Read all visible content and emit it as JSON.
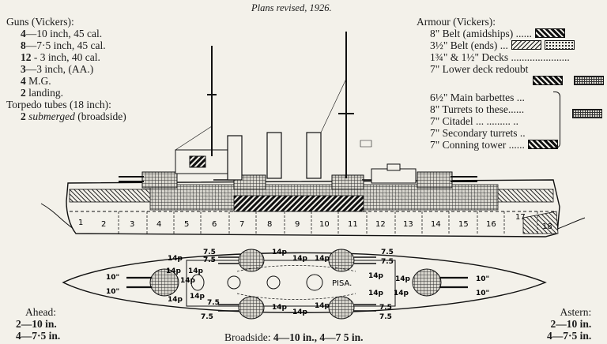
{
  "caption": "Plans revised, 1926.",
  "guns": {
    "heading": "Guns (Vickers):",
    "items": [
      {
        "count": "4",
        "desc": "—10 inch, 45 cal."
      },
      {
        "count": "8",
        "desc": "—7·5 inch, 45 cal."
      },
      {
        "count": "12",
        "desc": " - 3 inch, 40 cal."
      },
      {
        "count": "3",
        "desc": "—3 inch, (AA.)"
      },
      {
        "count": "4",
        "desc": " M.G."
      },
      {
        "count": "2",
        "desc": " landing."
      }
    ],
    "torpedo_heading": "Torpedo tubes (18 inch):",
    "torpedo_count": "2",
    "torpedo_type": " submerged",
    "torpedo_note": " (broadside)"
  },
  "armour": {
    "heading": "Armour (Vickers):",
    "items": [
      {
        "text": "8\" Belt (amidships) ......",
        "swatch": "heavy"
      },
      {
        "text": "3½\" Belt (ends) ...",
        "swatch": "light",
        "swatch2": "dots"
      },
      {
        "text": "1¾\" & 1½\" Decks ......................"
      },
      {
        "text": "7\" Lower deck redoubt"
      },
      {
        "text": "6½\" Main barbettes ..."
      },
      {
        "text": "8\" Turrets to these......"
      },
      {
        "text": "7\" Citadel ... ......... .."
      },
      {
        "text": "7\" Secondary turrets .."
      },
      {
        "text": "7\" Conning tower ......",
        "swatch": "heavy"
      }
    ]
  },
  "hull_sections": [
    "1",
    "2",
    "3",
    "4",
    "5",
    "6",
    "7",
    "8",
    "9",
    "10",
    "11",
    "12",
    "13",
    "14",
    "15",
    "16",
    "17",
    "18"
  ],
  "plan": {
    "ship_name": "PISA.",
    "labels": [
      "10\"",
      "10\"",
      "10\"",
      "10\"",
      "7.5",
      "7.5",
      "7.5",
      "7.5",
      "7.5",
      "7.5",
      "7.5",
      "7.5",
      "14p",
      "14p",
      "14p",
      "14p",
      "14p",
      "14p",
      "14p",
      "14p",
      "14p",
      "14p",
      "14p",
      "14p",
      "14p",
      "14p",
      "14p",
      "14p"
    ]
  },
  "ahead": {
    "heading": "Ahead:",
    "line1": "2—10 in.",
    "line2": "4—7·5 in."
  },
  "astern": {
    "heading": "Astern:",
    "line1": "2—10 in.",
    "line2": "4—7·5 in."
  },
  "broadside": {
    "prefix": "Broadside: ",
    "value": "4—10 in., 4—7 5 in."
  }
}
